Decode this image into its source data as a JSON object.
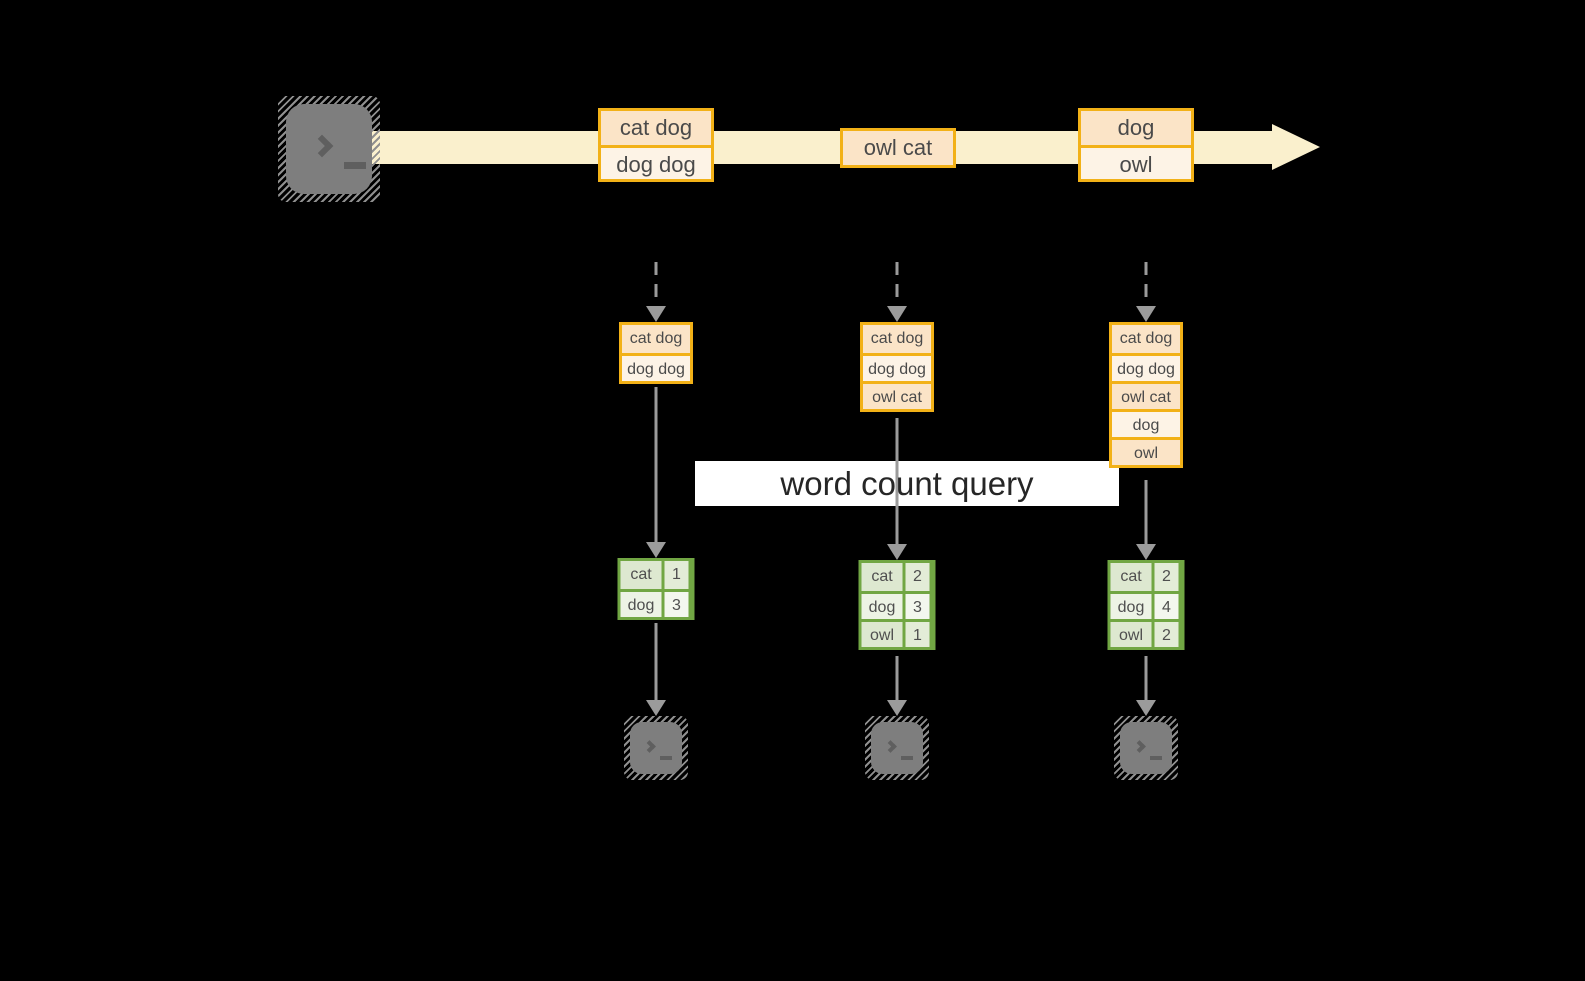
{
  "query_label": "word count query",
  "stream": {
    "batches": [
      {
        "rows": [
          "cat dog",
          "dog dog"
        ]
      },
      {
        "rows": [
          "owl cat"
        ]
      },
      {
        "rows": [
          "dog",
          "owl"
        ]
      }
    ]
  },
  "columns": [
    {
      "buffer": [
        "cat dog",
        "dog dog"
      ],
      "counts": [
        {
          "word": "cat",
          "count": "1"
        },
        {
          "word": "dog",
          "count": "3"
        }
      ]
    },
    {
      "buffer": [
        "cat dog",
        "dog dog",
        "owl cat"
      ],
      "counts": [
        {
          "word": "cat",
          "count": "2"
        },
        {
          "word": "dog",
          "count": "3"
        },
        {
          "word": "owl",
          "count": "1"
        }
      ]
    },
    {
      "buffer": [
        "cat dog",
        "dog dog",
        "owl cat",
        "dog",
        "owl"
      ],
      "counts": [
        {
          "word": "cat",
          "count": "2"
        },
        {
          "word": "dog",
          "count": "4"
        },
        {
          "word": "owl",
          "count": "2"
        }
      ]
    }
  ],
  "icons": {
    "terminal": "chevron-with-underscore prompt",
    "arrow": "gray downward arrow",
    "stream_arrow": "cream rightward arrow"
  },
  "colors": {
    "background": "#000000",
    "accent_orange": "#F2B117",
    "peach_fill": "#FBE4C7",
    "cream_fill": "#FDF3E6",
    "stream_band": "#FAF0CD",
    "green_border": "#71A643",
    "green_fill_dark": "#DDE8D0",
    "green_fill_light": "#EDF3E5",
    "arrow_gray": "#9B9B9B",
    "terminal_gray": "#7E7E7E",
    "banner_white": "#FFFFFF"
  }
}
